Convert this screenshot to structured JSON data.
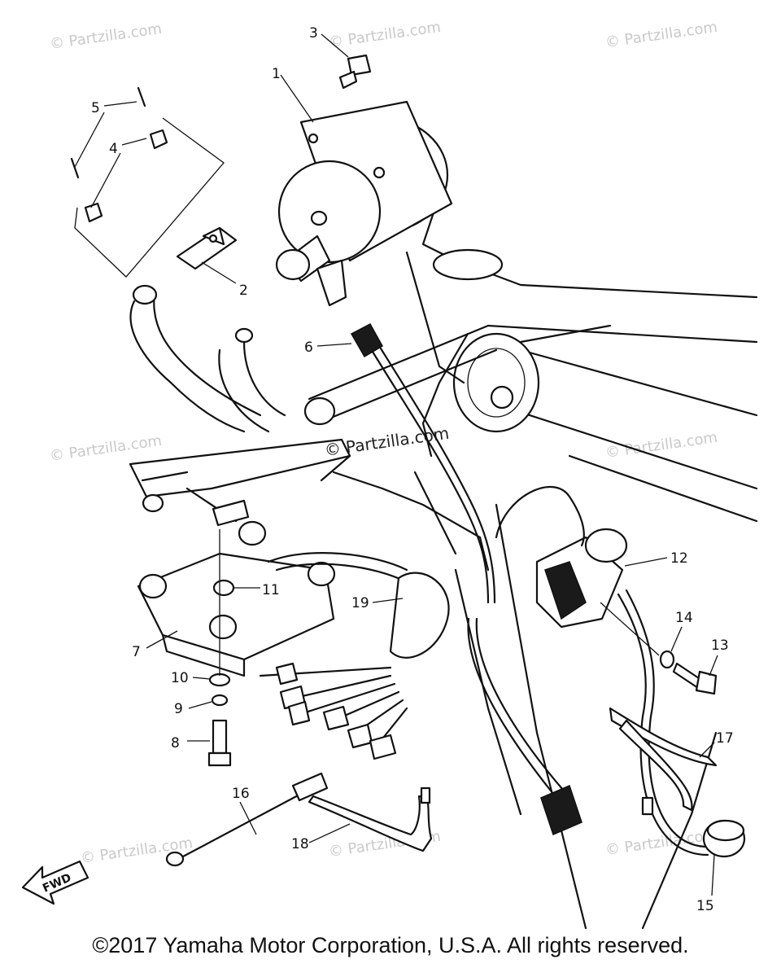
{
  "watermark": {
    "text": "© Partzilla.com",
    "center_text": "© Partzilla.com"
  },
  "callouts": [
    "1",
    "2",
    "3",
    "4",
    "5",
    "6",
    "7",
    "8",
    "9",
    "10",
    "11",
    "12",
    "13",
    "14",
    "15",
    "16",
    "17",
    "18",
    "19"
  ],
  "fwd_label": "FWD",
  "copyright": "©2017 Yamaha Motor Corporation, U.S.A. All rights reserved."
}
